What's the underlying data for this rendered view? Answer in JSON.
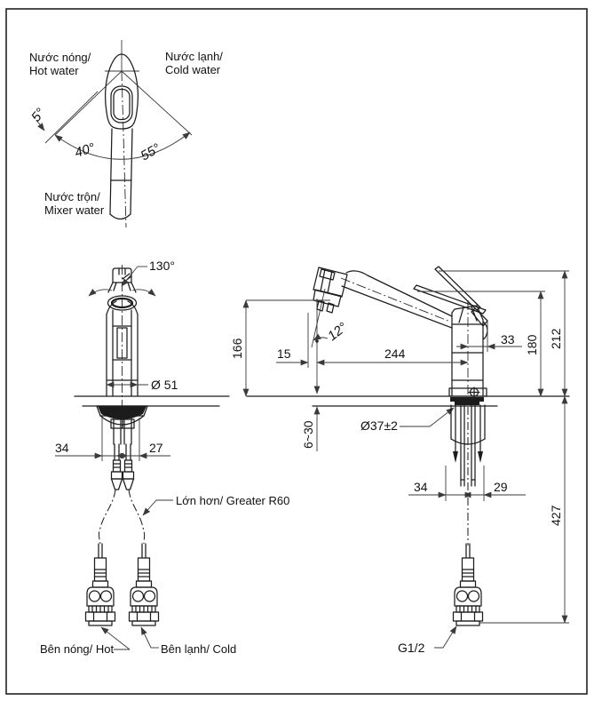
{
  "colors": {
    "background": "#ffffff",
    "outline": "#1c1c1c",
    "dimension": "#3a3a3a",
    "text": "#111111"
  },
  "rotation_view": {
    "hot_line1": "Nước nóng/",
    "hot_line2": "Hot water",
    "cold_line1": "Nước lạnh/",
    "cold_line2": "Cold water",
    "mixer_line1": "Nước trộn/",
    "mixer_line2": "Mixer water",
    "angle_hot": "5°",
    "angle_left": "40°",
    "angle_right": "55°"
  },
  "front_view": {
    "swivel_angle": "130°",
    "base_diameter": "Ø 51",
    "hose_offset_left": "34",
    "hose_offset_right": "27",
    "bend_radius_label": "Lớn hơn/ Greater R60",
    "hot_label": "Bên nóng/ Hot",
    "cold_label": "Bên lạnh/ Cold"
  },
  "side_view": {
    "spout_height": "166",
    "spout_tip_offset": "15",
    "spout_reach": "244",
    "spout_angle": "12°",
    "handle_overhang": "33",
    "handle_height": "180",
    "total_height": "212",
    "deck_thickness": "6~30",
    "hole_diameter": "Ø37±2",
    "hose_offset_left": "34",
    "hose_offset_right": "29",
    "install_depth": "427",
    "thread_label": "G1/2"
  }
}
